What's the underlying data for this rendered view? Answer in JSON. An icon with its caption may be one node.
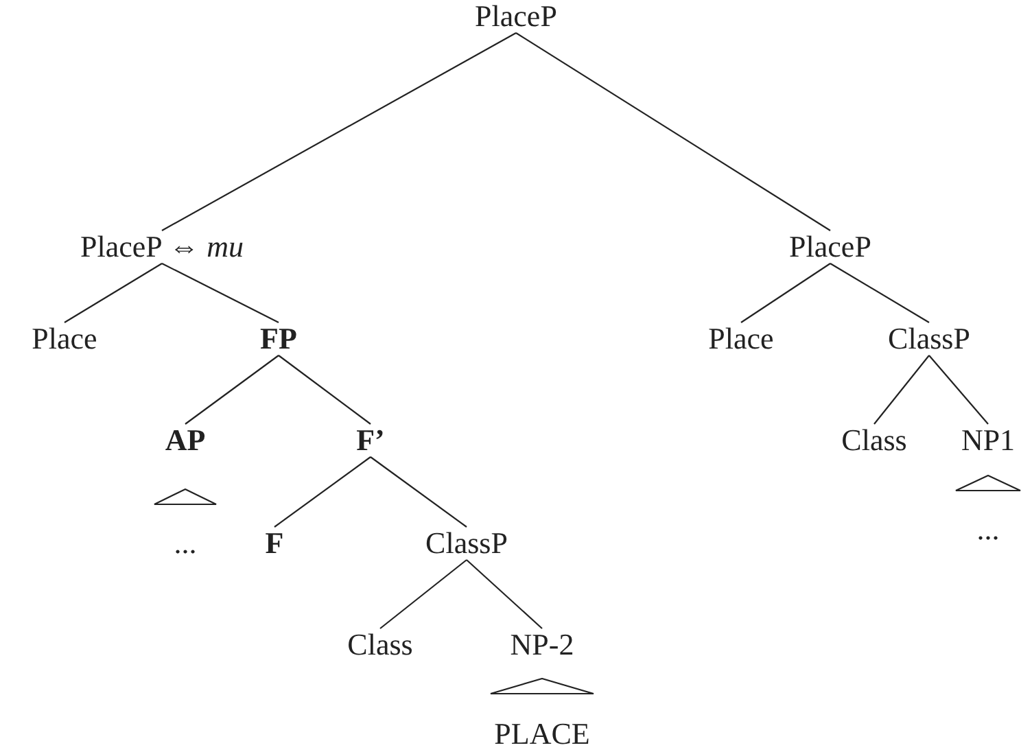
{
  "diagram": {
    "nodes": [
      {
        "text": [
          "PlaceP"
        ]
      },
      {
        "text": [
          "PlaceP ⇔ *mu*"
        ]
      },
      {
        "text": [
          "Place"
        ]
      },
      {
        "text": [
          "FP"
        ]
      },
      {
        "text": [
          "AP"
        ]
      },
      {
        "text": [
          "F’"
        ]
      },
      {
        "text": [
          "..."
        ]
      },
      {
        "text": [
          "F"
        ]
      },
      {
        "text": [
          "ClassP"
        ]
      },
      {
        "text": [
          "Class"
        ]
      },
      {
        "text": [
          "NP-2"
        ]
      },
      {
        "text": [
          "PLACE"
        ]
      },
      {
        "text": [
          "PlaceP"
        ]
      },
      {
        "text": [
          "Place"
        ]
      },
      {
        "text": [
          "ClassP"
        ]
      },
      {
        "text": [
          "Class"
        ]
      },
      {
        "text": [
          "NP1"
        ]
      },
      {
        "text": [
          "..."
        ]
      }
    ],
    "edges": [
      {
        "from": 0,
        "to": 1,
        "arrow": "none"
      },
      {
        "from": 0,
        "to": 12,
        "arrow": "none"
      },
      {
        "from": 1,
        "to": 2,
        "arrow": "none"
      },
      {
        "from": 1,
        "to": 3,
        "arrow": "none"
      },
      {
        "from": 3,
        "to": 4,
        "arrow": "none"
      },
      {
        "from": 3,
        "to": 5,
        "arrow": "none"
      },
      {
        "from": 5,
        "to": 7,
        "arrow": "none"
      },
      {
        "from": 5,
        "to": 8,
        "arrow": "none"
      },
      {
        "from": 8,
        "to": 9,
        "arrow": "none"
      },
      {
        "from": 8,
        "to": 10,
        "arrow": "none"
      },
      {
        "from": 12,
        "to": 13,
        "arrow": "none"
      },
      {
        "from": 12,
        "to": 14,
        "arrow": "none"
      },
      {
        "from": 14,
        "to": 15,
        "arrow": "none"
      },
      {
        "from": 14,
        "to": 16,
        "arrow": "none"
      }
    ]
  }
}
